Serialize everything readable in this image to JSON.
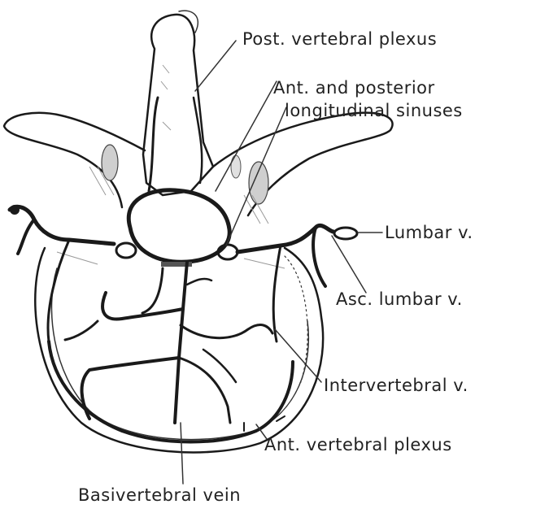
{
  "figure": {
    "labels": {
      "post_vertebral_plexus": "Post. vertebral plexus",
      "ant_posterior_line1": "Ant. and posterior",
      "ant_posterior_line2": "longitudinal sinuses",
      "lumbar_v": "Lumbar v.",
      "asc_lumbar_v": "Asc. lumbar v.",
      "intervertebral_v": "Intervertebral v.",
      "ant_vertebral_plexus": "Ant. vertebral plexus",
      "basivertebral_vein": "Basivertebral vein"
    }
  }
}
